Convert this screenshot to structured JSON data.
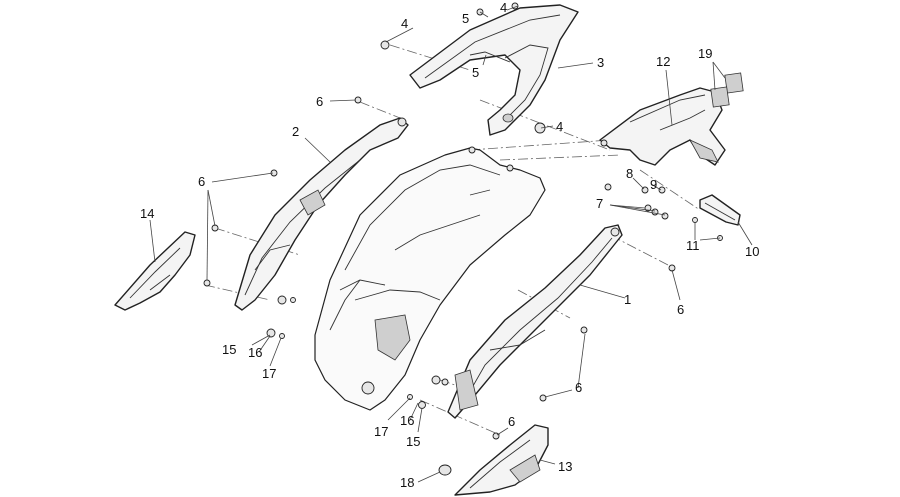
{
  "labels": {
    "l1": "1",
    "l2": "2",
    "l3": "3",
    "l4a": "4",
    "l4b": "4",
    "l4c": "4",
    "l5a": "5",
    "l5b": "5",
    "l6a": "6",
    "l6b": "6",
    "l6c": "6",
    "l6d": "6",
    "l6e": "6",
    "l7a": "7",
    "l7b": "17",
    "l7c": "17",
    "l8": "8",
    "l9": "9",
    "l10": "10",
    "l11": "11",
    "l12": "12",
    "l13": "13",
    "l14": "14",
    "l15a": "15",
    "l15b": "15",
    "l16a": "16",
    "l16b": "16",
    "l18": "18",
    "l19": "19"
  }
}
